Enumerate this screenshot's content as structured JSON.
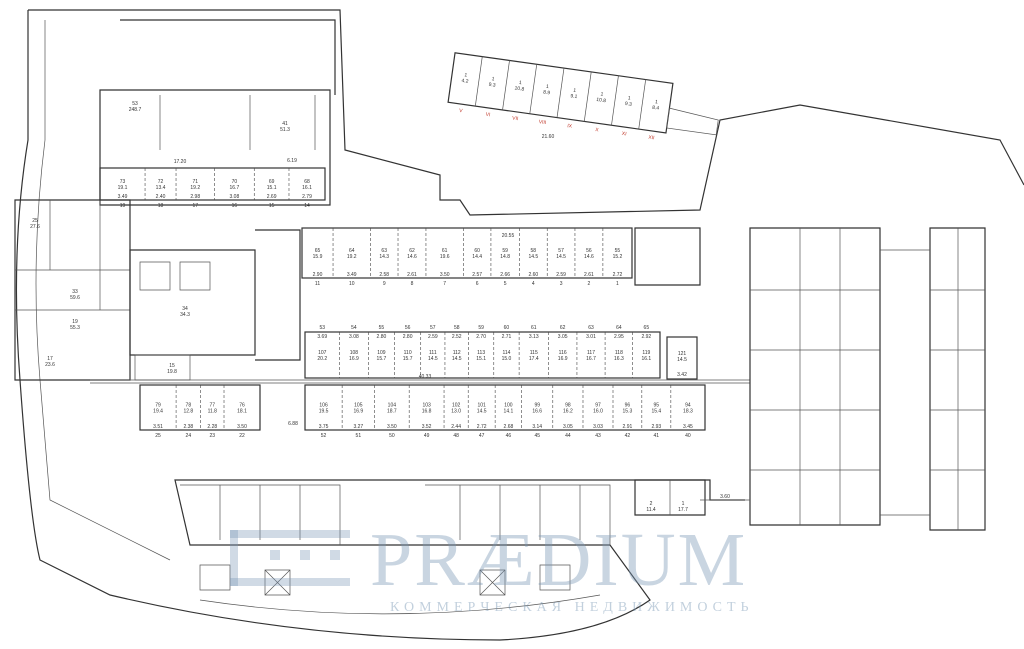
{
  "watermark": {
    "brand": "PRÆDIUM",
    "tagline": "КОММЕРЧЕСКАЯ НЕДВИЖИМОСТЬ"
  },
  "dimensions": {
    "corridor_top_left": "17.20",
    "corridor_mid": "40.33",
    "corridor_upper": "20.55",
    "left_span": "6.88",
    "right_link": "3.60",
    "strip_length": "21.60",
    "small_top": "6.19"
  },
  "rows": {
    "top_left": {
      "units": [
        {
          "num": "73",
          "area": "19.1",
          "w": "3.49",
          "axis": "19"
        },
        {
          "num": "72",
          "area": "13.4",
          "w": "2.40",
          "axis": "18"
        },
        {
          "num": "71",
          "area": "19.2",
          "w": "2.98",
          "axis": "17"
        },
        {
          "num": "70",
          "area": "16.7",
          "w": "3.08",
          "axis": "16"
        },
        {
          "num": "69",
          "area": "15.1",
          "w": "2.69",
          "axis": "15"
        },
        {
          "num": "68",
          "area": "16.1",
          "w": "2.79",
          "axis": "14"
        }
      ]
    },
    "upper": {
      "units": [
        {
          "num": "65",
          "area": "15.9",
          "w": "2.90",
          "axis": "11"
        },
        {
          "num": "64",
          "area": "19.2",
          "w": "3.49",
          "axis": "10"
        },
        {
          "num": "63",
          "area": "14.3",
          "w": "2.58",
          "axis": "9"
        },
        {
          "num": "62",
          "area": "14.6",
          "w": "2.61",
          "axis": "8"
        },
        {
          "num": "61",
          "area": "19.6",
          "w": "3.50",
          "axis": "7"
        },
        {
          "num": "60",
          "area": "14.4",
          "w": "2.57",
          "axis": "6"
        },
        {
          "num": "59",
          "area": "14.8",
          "w": "2.66",
          "axis": "5"
        },
        {
          "num": "58",
          "area": "14.5",
          "w": "2.60",
          "axis": "4"
        },
        {
          "num": "57",
          "area": "14.5",
          "w": "2.59",
          "axis": "3"
        },
        {
          "num": "56",
          "area": "14.6",
          "w": "2.61",
          "axis": "2"
        },
        {
          "num": "55",
          "area": "15.2",
          "w": "2.72",
          "axis": "1"
        }
      ]
    },
    "middle": {
      "units": [
        {
          "num": "107",
          "area": "20.2",
          "w": "3.69",
          "axis": "53"
        },
        {
          "num": "108",
          "area": "16.9",
          "w": "3.08",
          "axis": "54"
        },
        {
          "num": "109",
          "area": "15.7",
          "w": "2.80",
          "axis": "55"
        },
        {
          "num": "110",
          "area": "15.7",
          "w": "2.80",
          "axis": "56"
        },
        {
          "num": "111",
          "area": "14.5",
          "w": "2.59",
          "axis": "57"
        },
        {
          "num": "112",
          "area": "14.5",
          "w": "2.52",
          "axis": "58"
        },
        {
          "num": "113",
          "area": "15.1",
          "w": "2.70",
          "axis": "59"
        },
        {
          "num": "114",
          "area": "15.0",
          "w": "2.71",
          "axis": "60"
        },
        {
          "num": "115",
          "area": "17.4",
          "w": "3.13",
          "axis": "61"
        },
        {
          "num": "116",
          "area": "16.9",
          "w": "3.05",
          "axis": "62"
        },
        {
          "num": "117",
          "area": "16.7",
          "w": "3.01",
          "axis": "63"
        },
        {
          "num": "118",
          "area": "16.3",
          "w": "2.95",
          "axis": "64"
        },
        {
          "num": "119",
          "area": "16.1",
          "w": "2.92",
          "axis": "65"
        }
      ],
      "extra": {
        "num": "121",
        "area": "14.5",
        "w": "3.42"
      }
    },
    "lower": {
      "units": [
        {
          "num": "106",
          "area": "19.5",
          "w": "3.75",
          "axis": "52"
        },
        {
          "num": "105",
          "area": "16.9",
          "w": "3.27",
          "axis": "51"
        },
        {
          "num": "104",
          "area": "18.7",
          "w": "3.50",
          "axis": "50"
        },
        {
          "num": "103",
          "area": "16.8",
          "w": "3.52",
          "axis": "49"
        },
        {
          "num": "102",
          "area": "13.0",
          "w": "2.44",
          "axis": "48"
        },
        {
          "num": "101",
          "area": "14.5",
          "w": "2.72",
          "axis": "47"
        },
        {
          "num": "100",
          "area": "14.1",
          "w": "2.68",
          "axis": "46"
        },
        {
          "num": "99",
          "area": "16.6",
          "w": "3.14",
          "axis": "45"
        },
        {
          "num": "98",
          "area": "16.2",
          "w": "3.05",
          "axis": "44"
        },
        {
          "num": "97",
          "area": "16.0",
          "w": "3.03",
          "axis": "43"
        },
        {
          "num": "96",
          "area": "15.3",
          "w": "2.91",
          "axis": "42"
        },
        {
          "num": "95",
          "area": "15.4",
          "w": "2.93",
          "axis": "41"
        },
        {
          "num": "94",
          "area": "18.3",
          "w": "3.45",
          "axis": "40"
        }
      ]
    },
    "left_lower": {
      "units": [
        {
          "num": "79",
          "area": "19.4",
          "w": "3.51",
          "axis": "25"
        },
        {
          "num": "78",
          "area": "12.8",
          "w": "2.38",
          "axis": "24"
        },
        {
          "num": "77",
          "area": "11.8",
          "w": "2.28",
          "axis": "23"
        },
        {
          "num": "76",
          "area": "18.1",
          "w": "3.50",
          "axis": "22"
        }
      ]
    },
    "strip": {
      "units": [
        {
          "num": "1",
          "area": "4.2",
          "axis": "V"
        },
        {
          "num": "1",
          "area": "9.3",
          "axis": "VI"
        },
        {
          "num": "1",
          "area": "10.8",
          "axis": "VII"
        },
        {
          "num": "1",
          "area": "8.9",
          "axis": "VIII"
        },
        {
          "num": "1",
          "area": "9.1",
          "axis": "IX"
        },
        {
          "num": "1",
          "area": "10.8",
          "axis": "X"
        },
        {
          "num": "1",
          "area": "9.3",
          "axis": "XI"
        },
        {
          "num": "1",
          "area": "8.4",
          "axis": "XII"
        }
      ]
    }
  },
  "misc_rooms": [
    {
      "num": "53",
      "area": "248.7"
    },
    {
      "num": "41",
      "area": "51.3"
    },
    {
      "num": "34",
      "area": "34.3"
    },
    {
      "num": "33",
      "area": "59.6"
    },
    {
      "num": "19",
      "area": "55.3"
    },
    {
      "num": "17",
      "area": "23.6"
    },
    {
      "num": "25",
      "area": "27.6"
    },
    {
      "num": "15",
      "area": "19.8"
    },
    {
      "num": "1",
      "area": "17.7"
    },
    {
      "num": "2",
      "area": "11.4"
    }
  ],
  "colors": {
    "wall": "#333333",
    "axis_red": "#c0392b",
    "watermark": "#7896b4"
  }
}
